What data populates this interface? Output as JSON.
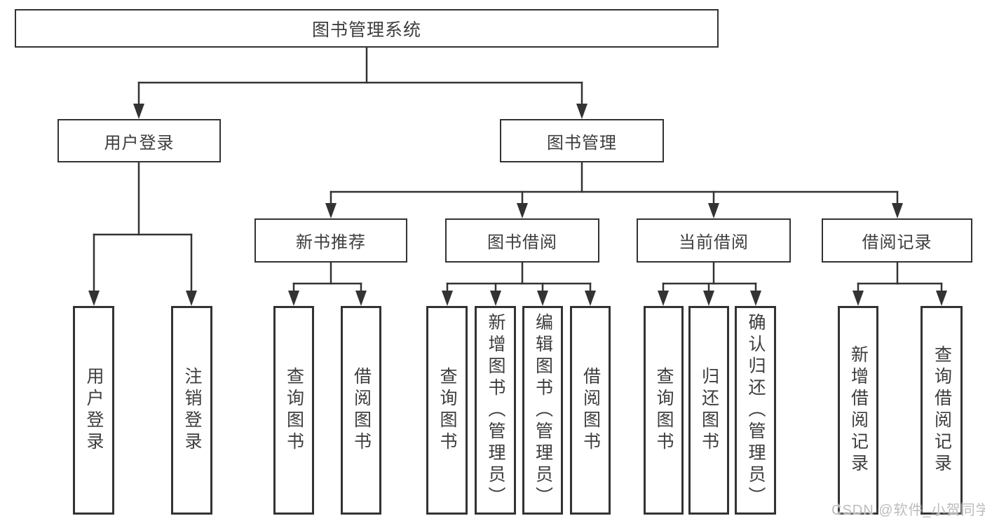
{
  "diagram": {
    "tree": {
      "label": "图书管理系统",
      "children": [
        {
          "label": "用户登录",
          "children": [
            {
              "label": "用户登录"
            },
            {
              "label": "注销登录"
            }
          ]
        },
        {
          "label": "图书管理",
          "children": [
            {
              "label": "新书推荐",
              "children": [
                {
                  "label": "查询图书"
                },
                {
                  "label": "借阅图书"
                }
              ]
            },
            {
              "label": "图书借阅",
              "children": [
                {
                  "label": "查询图书"
                },
                {
                  "label": "新增图书（管理员）"
                },
                {
                  "label": "编辑图书（管理员）"
                },
                {
                  "label": "借阅图书"
                }
              ]
            },
            {
              "label": "当前借阅",
              "children": [
                {
                  "label": "查询图书"
                },
                {
                  "label": "归还图书"
                },
                {
                  "label": "确认归还（管理员）"
                }
              ]
            },
            {
              "label": "借阅记录",
              "children": [
                {
                  "label": "新增借阅记录"
                },
                {
                  "label": "查询借阅记录"
                }
              ]
            }
          ]
        }
      ]
    },
    "watermark": "CSDN @软件_小贺同学",
    "colors": {
      "line": "#333333",
      "box_border": "#333333",
      "text": "#3d3d3d",
      "watermark": "#bcbcbc",
      "background": "#ffffff"
    }
  }
}
